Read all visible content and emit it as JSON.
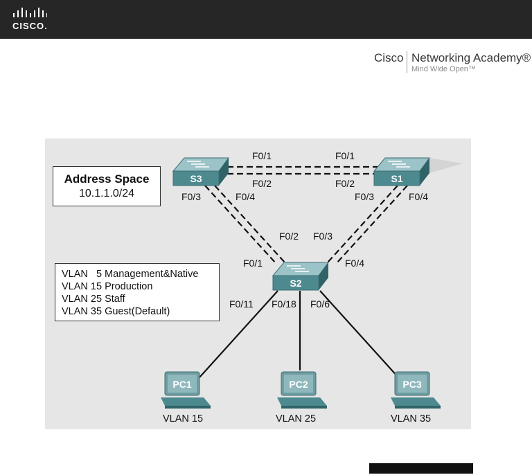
{
  "header": {
    "logo_text": "CISCO.",
    "academy_brand": "Cisco",
    "academy_product": "Networking Academy®",
    "academy_tagline": "Mind Wide Open™"
  },
  "address_space": {
    "title": "Address Space",
    "network": "10.1.1.0/24"
  },
  "vlans": [
    "VLAN   5 Management&Native",
    "VLAN 15 Production",
    "VLAN 25 Staff",
    "VLAN 35 Guest(Default)"
  ],
  "devices": {
    "switches": [
      {
        "id": "S3",
        "label": "S3"
      },
      {
        "id": "S1",
        "label": "S1"
      },
      {
        "id": "S2",
        "label": "S2"
      }
    ],
    "pcs": [
      {
        "id": "PC1",
        "label": "PC1",
        "vlan": "VLAN 15"
      },
      {
        "id": "PC2",
        "label": "PC2",
        "vlan": "VLAN 25"
      },
      {
        "id": "PC3",
        "label": "PC3",
        "vlan": "VLAN 35"
      }
    ]
  },
  "ports": {
    "s3_s1_top_left": "F0/1",
    "s3_s1_top_right": "F0/1",
    "s3_s1_bottom_left": "F0/2",
    "s3_s1_bottom_right": "F0/2",
    "s3_down_left": "F0/3",
    "s3_down_right": "F0/4",
    "s1_down_left": "F0/3",
    "s1_down_right": "F0/4",
    "s2_up_left_inner": "F0/2",
    "s2_up_right_inner": "F0/3",
    "s2_up_left_outer": "F0/1",
    "s2_up_right_outer": "F0/4",
    "s2_pc1": "F0/11",
    "s2_pc2": "F0/18",
    "s2_pc3": "F0/6"
  },
  "colors": {
    "switch_top": "#8fb8bc",
    "switch_front": "#4d8a90",
    "pc_body": "#6e9ca0",
    "header_bg": "#262626"
  }
}
